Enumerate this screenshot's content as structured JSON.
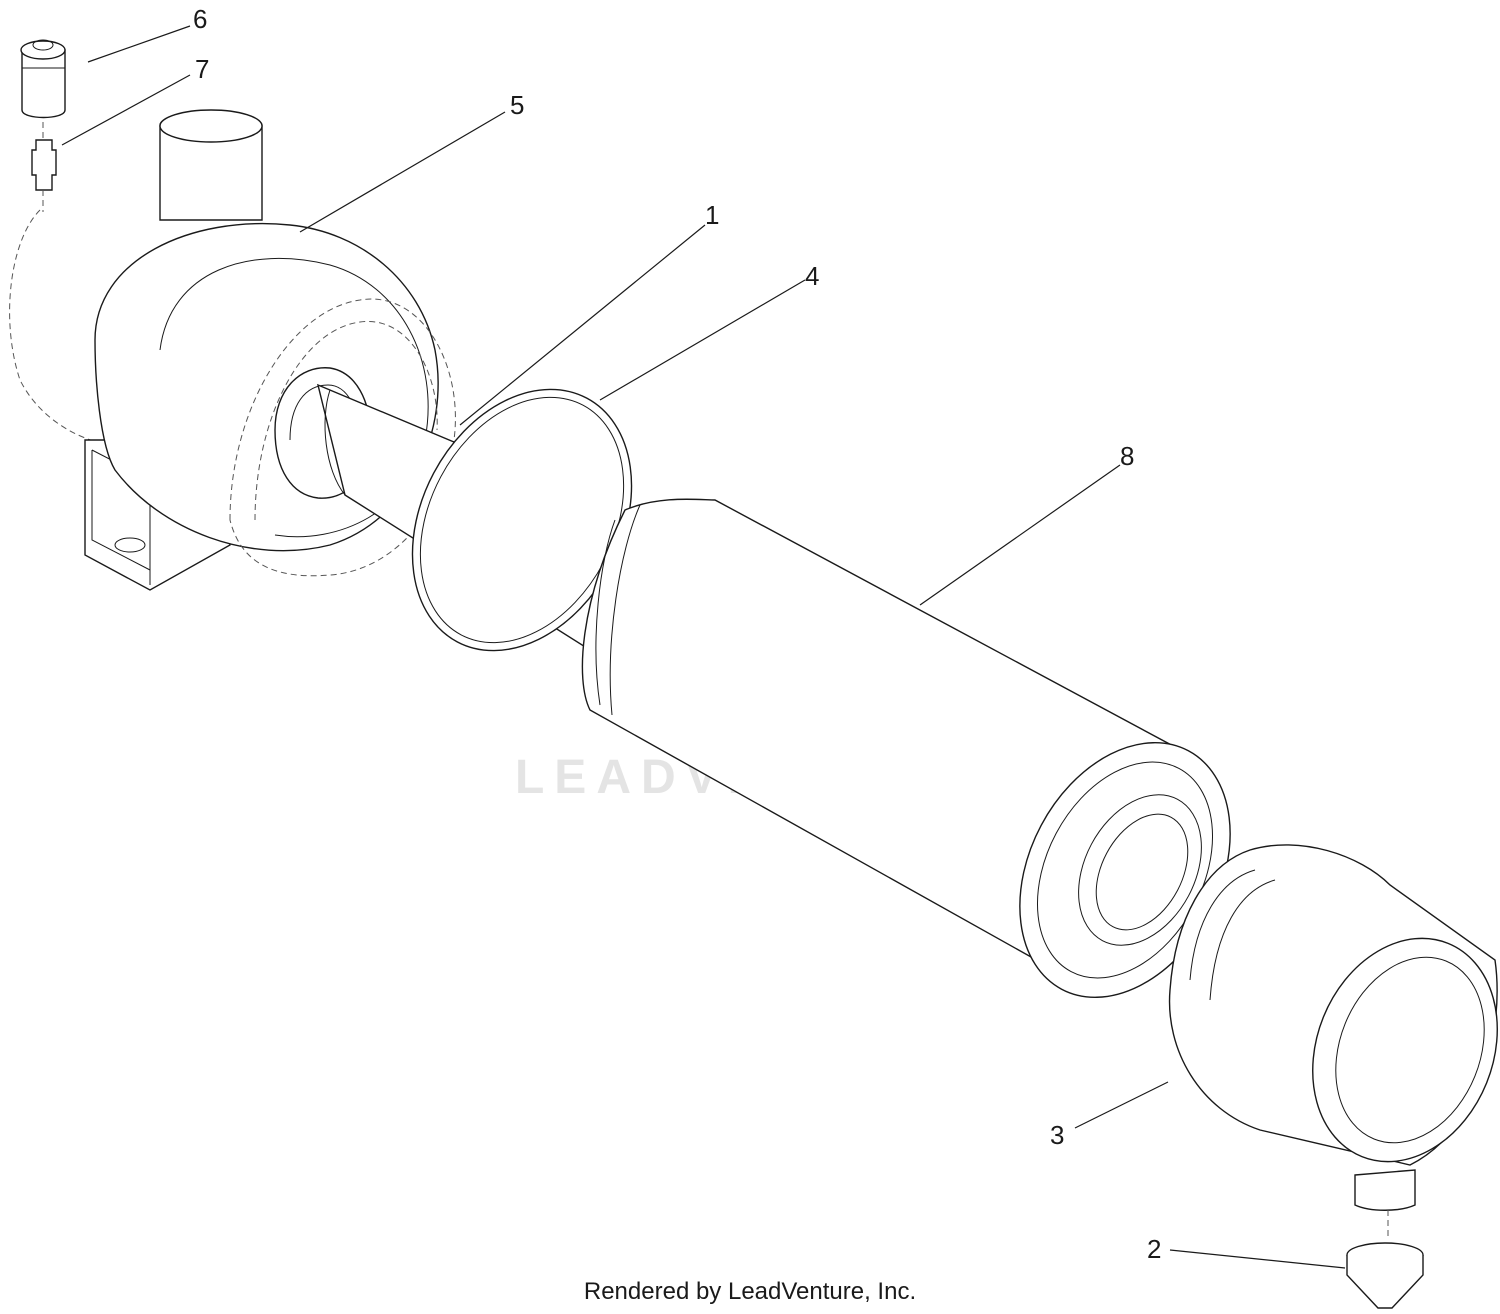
{
  "callouts": [
    {
      "id": "1",
      "label": "1"
    },
    {
      "id": "2",
      "label": "2"
    },
    {
      "id": "3",
      "label": "3"
    },
    {
      "id": "4",
      "label": "4"
    },
    {
      "id": "5",
      "label": "5"
    },
    {
      "id": "6",
      "label": "6"
    },
    {
      "id": "7",
      "label": "7"
    },
    {
      "id": "8",
      "label": "8"
    }
  ],
  "watermark": {
    "text": "LEADVENTURE"
  },
  "footer": {
    "text": "Rendered by LeadVenture, Inc."
  },
  "colors": {
    "line": "#1a1a1a",
    "watermark": "#e4e4e4",
    "background": "#ffffff"
  }
}
